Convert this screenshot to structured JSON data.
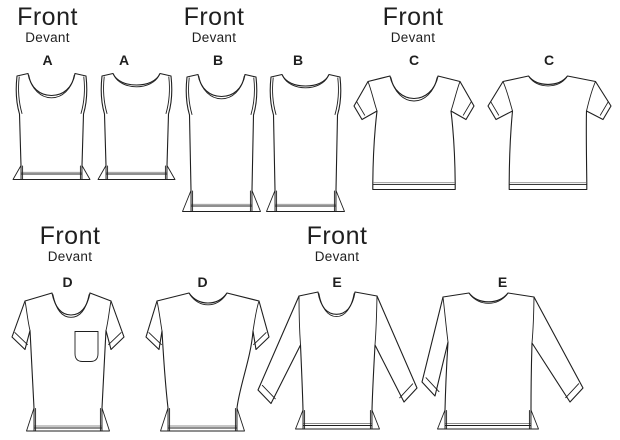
{
  "colors": {
    "background": "#ffffff",
    "ink": "#1f1f1f",
    "stitch": "#8f8f8f"
  },
  "sections": [
    {
      "letter": "A",
      "front_label": "Front",
      "devant_label": "Devant"
    },
    {
      "letter": "B",
      "front_label": "Front",
      "devant_label": "Devant"
    },
    {
      "letter": "C",
      "front_label": "Front",
      "devant_label": "Devant"
    },
    {
      "letter": "D",
      "front_label": "Front",
      "devant_label": "Devant"
    },
    {
      "letter": "E",
      "front_label": "Front",
      "devant_label": "Devant"
    }
  ]
}
